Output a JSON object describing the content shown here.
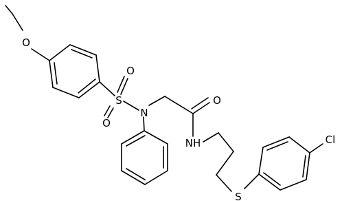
{
  "labels": {
    "oxygen_ether": "O",
    "oxygen_sulfonyl_top": "O",
    "oxygen_sulfonyl_bottom": "O",
    "sulfur_sulfonyl": "S",
    "nitrogen_sulfonamide": "N",
    "oxygen_carbonyl": "O",
    "amide_nh": "NH",
    "sulfur_thioether": "S",
    "chlorine": "Cl"
  },
  "colors": {
    "bond": "#000000",
    "background": "#ffffff"
  }
}
